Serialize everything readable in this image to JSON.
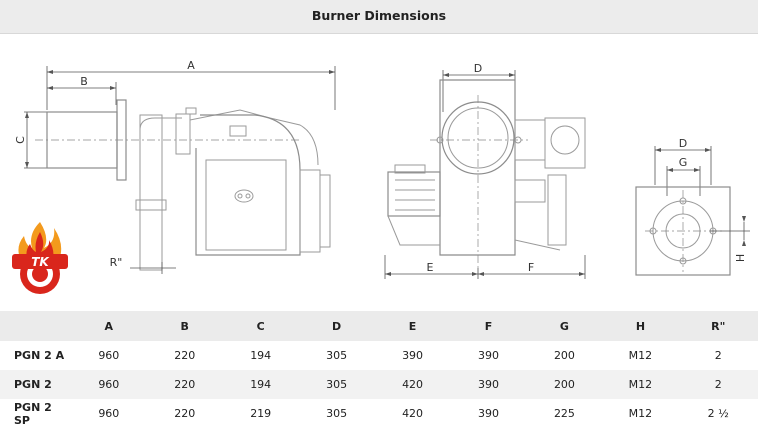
{
  "title": "Burner Dimensions",
  "drawing_labels": {
    "A": "A",
    "B": "B",
    "C": "C",
    "R": "R\"",
    "D1": "D",
    "E": "E",
    "F": "F",
    "D2": "D",
    "G": "G",
    "H": "H"
  },
  "logo_text": "TK",
  "table": {
    "headers": [
      "",
      "A",
      "B",
      "C",
      "D",
      "E",
      "F",
      "G",
      "H",
      "R\""
    ],
    "rows": [
      [
        "PGN 2 A",
        "960",
        "220",
        "194",
        "305",
        "390",
        "390",
        "200",
        "M12",
        "2"
      ],
      [
        "PGN 2",
        "960",
        "220",
        "194",
        "305",
        "420",
        "390",
        "200",
        "M12",
        "2"
      ],
      [
        "PGN 2 SP",
        "960",
        "220",
        "219",
        "305",
        "420",
        "390",
        "225",
        "M12",
        "2 ½"
      ]
    ]
  },
  "colors": {
    "header_bg": "#ebebeb",
    "row_alt": "#f2f2f2",
    "logo_red": "#d9261c",
    "logo_orange": "#f39a1d"
  }
}
